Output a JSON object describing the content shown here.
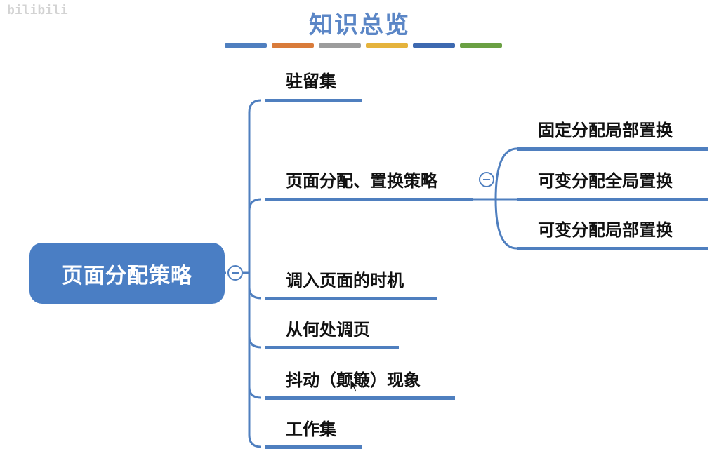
{
  "watermark": "bilibili",
  "title": "知识总览",
  "colors": {
    "title": "#5b86c6",
    "root_fill": "#4a7ec4",
    "branch": "#4f7fbf",
    "bars": [
      "#4f7fbf",
      "#d97b3a",
      "#9c9c9c",
      "#e5b33c",
      "#3d69b0",
      "#6aa043"
    ]
  },
  "root": {
    "label": "页面分配策略"
  },
  "branches": [
    {
      "label": "驻留集"
    },
    {
      "label": "页面分配、置换策略"
    },
    {
      "label": "调入页面的时机"
    },
    {
      "label": "从何处调页"
    },
    {
      "label": "抖动（颠簸）现象"
    },
    {
      "label": "工作集"
    }
  ],
  "sub_branches": [
    {
      "label": "固定分配局部置换"
    },
    {
      "label": "可变分配全局置换"
    },
    {
      "label": "可变分配局部置换"
    }
  ],
  "icons": {
    "collapse": "minus-circle-icon",
    "cursor": "mouse-pointer-icon"
  }
}
